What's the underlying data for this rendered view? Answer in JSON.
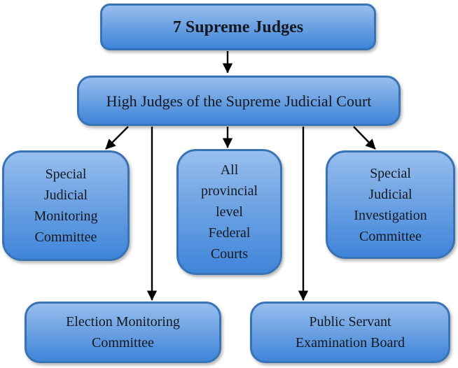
{
  "diagram": {
    "type": "org-chart",
    "colors": {
      "background": "#ffffff",
      "box_border": "#3873b5",
      "box_fill_top": "#97beee",
      "box_fill_mid": "#6fa3e3",
      "box_fill_bottom": "#3f85da",
      "text": "#14181f",
      "arrow": "#000000"
    },
    "nodes": [
      {
        "id": "supreme-judges",
        "label": "7 Supreme Judges"
      },
      {
        "id": "high-judges",
        "label": "High Judges of the Supreme Judicial Court"
      },
      {
        "id": "special-judicial-monitoring-committee",
        "label": "Special\nJudicial\nMonitoring\nCommittee"
      },
      {
        "id": "provincial-federal-courts",
        "label": "All\nprovincial\nlevel\nFederal\nCourts"
      },
      {
        "id": "special-judicial-investigation-committee",
        "label": "Special\nJudicial\nInvestigation\nCommittee"
      },
      {
        "id": "election-monitoring-committee",
        "label": "Election Monitoring\nCommittee"
      },
      {
        "id": "public-servant-examination-board",
        "label": "Public Servant\nExamination Board"
      }
    ],
    "edges": [
      {
        "from": "supreme-judges",
        "to": "high-judges"
      },
      {
        "from": "high-judges",
        "to": "special-judicial-monitoring-committee"
      },
      {
        "from": "high-judges",
        "to": "provincial-federal-courts"
      },
      {
        "from": "high-judges",
        "to": "special-judicial-investigation-committee"
      },
      {
        "from": "high-judges",
        "to": "election-monitoring-committee"
      },
      {
        "from": "high-judges",
        "to": "public-servant-examination-board"
      }
    ]
  }
}
